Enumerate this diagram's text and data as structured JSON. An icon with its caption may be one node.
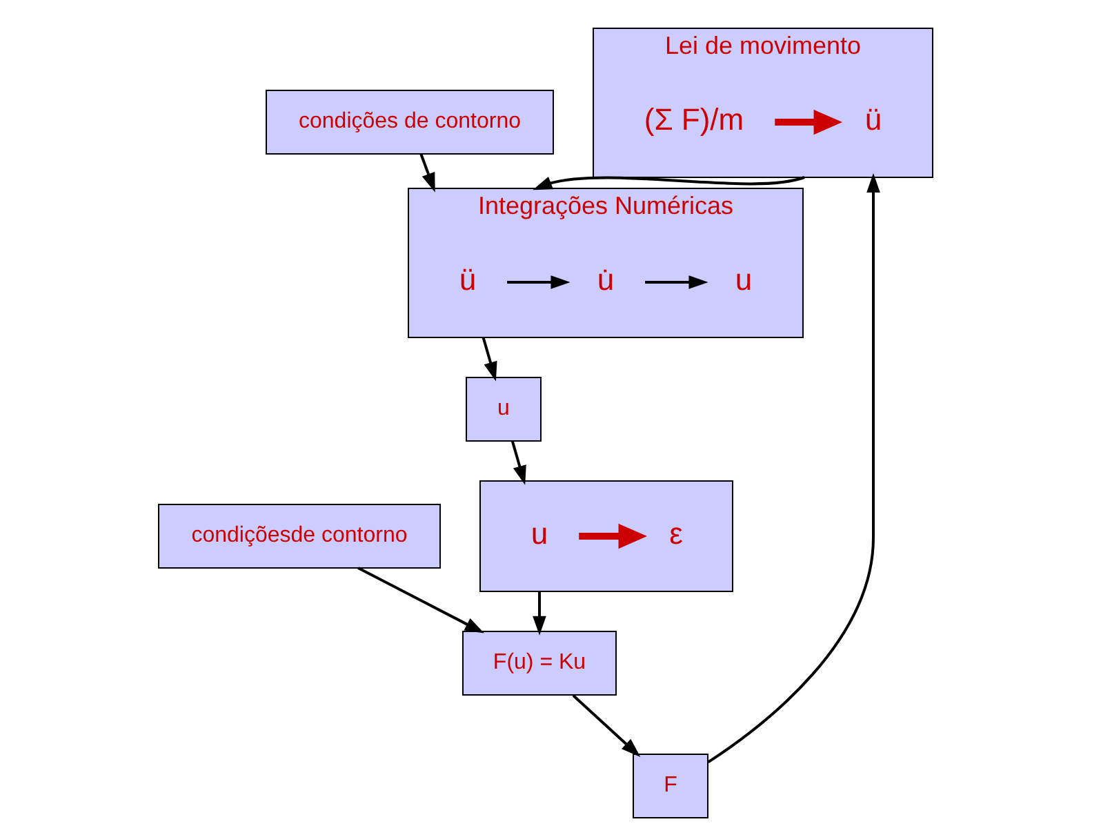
{
  "diagram": {
    "nodes": [
      {
        "text": [
          "condiçõesde contorno"
        ]
      },
      {
        "text": [],
        "shape": "box"
      },
      {
        "text": [
          "u"
        ],
        "in": 1
      },
      {
        "text": [
          "ε"
        ],
        "in": 1
      },
      {
        "text": [
          "F(u) = Ku"
        ]
      },
      {
        "text": [
          "F"
        ]
      },
      {
        "text": [
          "Lei de movimento"
        ]
      },
      {
        "text": [
          "ü"
        ],
        "in": 6
      },
      {
        "text": [
          "(Σ F)/m"
        ],
        "in": 6
      },
      {
        "text": [
          "u"
        ]
      },
      {
        "text": [
          "condições de contorno"
        ]
      },
      {
        "text": [
          "Integrações Numéricas"
        ]
      },
      {
        "text": [
          "ü"
        ],
        "in": 11
      },
      {
        "text": [
          "u̇"
        ],
        "in": 11
      },
      {
        "text": [
          "u"
        ],
        "in": 11
      }
    ],
    "edges": [
      {
        "from": 0,
        "to": 4,
        "arrow": "to"
      },
      {
        "from": 1,
        "to": 4,
        "arrow": "to"
      },
      {
        "from": 4,
        "to": 5,
        "arrow": "to"
      },
      {
        "from": 5,
        "to": 6,
        "arrow": "to"
      },
      {
        "from": 6,
        "to": 11,
        "arrow": "to"
      },
      {
        "from": 10,
        "to": 11,
        "arrow": "to"
      },
      {
        "from": 11,
        "to": 9,
        "arrow": "to"
      },
      {
        "from": 9,
        "to": 1,
        "arrow": "to"
      },
      {
        "from": 2,
        "to": 3,
        "arrow": "to",
        "style": "thick",
        "color": "#cc0000"
      },
      {
        "from": 8,
        "to": 7,
        "arrow": "to",
        "style": "thick",
        "color": "#cc0000"
      },
      {
        "from": 12,
        "to": 13,
        "arrow": "to"
      },
      {
        "from": 13,
        "to": 14,
        "arrow": "to"
      }
    ]
  }
}
